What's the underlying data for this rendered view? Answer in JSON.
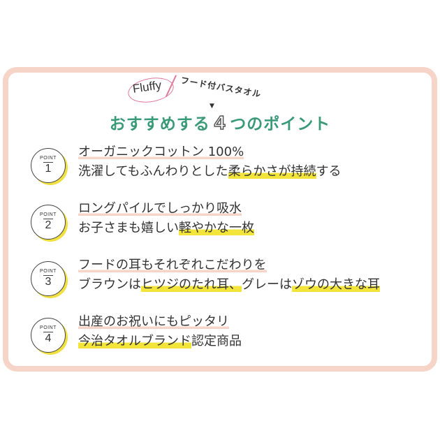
{
  "header": {
    "fluffy": "Fluffy",
    "subtitle": "フード付バスタオル",
    "arrow": "▼",
    "title_pre": "おすすめする",
    "title_num": "4",
    "title_post": "つのポイント"
  },
  "points": [
    {
      "label": "POINT",
      "num": "1",
      "line1": "オーガニックコットン 100%",
      "line2": [
        {
          "t": "洗濯してもふんわりとした"
        },
        {
          "t": "柔らかさが持続",
          "hl": true
        },
        {
          "t": "する"
        }
      ]
    },
    {
      "label": "POINT",
      "num": "2",
      "line1": "ロングパイルでしっかり吸水",
      "line2": [
        {
          "t": "お子さまも嬉しい"
        },
        {
          "t": "軽やかな一枚",
          "hl": true
        }
      ]
    },
    {
      "label": "POINT",
      "num": "3",
      "line1": "フードの耳もそれぞれこだわりを",
      "line2": [
        {
          "t": "ブラウンは"
        },
        {
          "t": "ヒツジのたれ耳、",
          "hl": true
        },
        {
          "t": "グレーは"
        },
        {
          "t": "ゾウの大きな耳",
          "hl": true
        }
      ]
    },
    {
      "label": "POINT",
      "num": "4",
      "line1": "出産のお祝いにもピッタリ",
      "line2": [
        {
          "t": "今治タオルブランド",
          "hl": true
        },
        {
          "t": "認定商品"
        }
      ]
    }
  ],
  "colors": {
    "frame": "#f6d5c8",
    "title": "#3a9a78",
    "highlight": "#f2e43a"
  }
}
